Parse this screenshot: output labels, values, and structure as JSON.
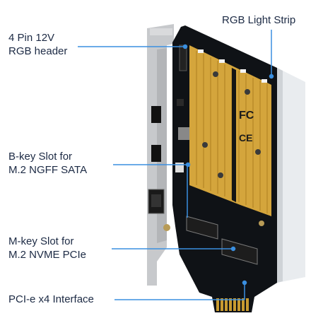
{
  "colors": {
    "label_text": "#1c2a44",
    "callout_line": "#3a8fe0",
    "board": "#0f1216",
    "gold": "#d4a53c",
    "gold_edge": "#c79a30",
    "bracket": "#c7c9cc",
    "light_strip": "#e9ecef"
  },
  "labels": {
    "rgb_header": [
      "4 Pin 12V",
      "RGB header"
    ],
    "light_strip": "RGB Light Strip",
    "b_key": [
      "B-key Slot for",
      "M.2 NGFF SATA"
    ],
    "m_key": [
      "M-key Slot for",
      "M.2 NVME PCIe"
    ],
    "pcie": "PCI-e x4 Interface"
  },
  "board_marks": {
    "fcc": "FC",
    "ce": "CE"
  }
}
